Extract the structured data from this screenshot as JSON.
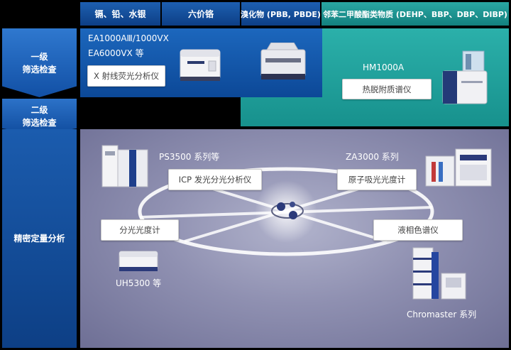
{
  "headers": [
    "镉、铅、水银",
    "六价铬",
    "溴化物 (PBB, PBDE)",
    "邻苯二甲酸酯类物质 (DEHP、BBP、DBP、DIBP)"
  ],
  "stages": {
    "first": "一级\n筛选检查",
    "second": "二级\n筛选检查",
    "precise": "精密定量分析"
  },
  "xrf": {
    "models_line1": "EA1000AⅢ/1000VX",
    "models_line2": "EA6000VX 等",
    "label": "X 射线荧光分析仪"
  },
  "hm": {
    "model": "HM1000A",
    "label": "热脱附质谱仪"
  },
  "ps": {
    "model": "PS3500 系列等",
    "label": "ICP 发光分光分析仪"
  },
  "za": {
    "model": "ZA3000 系列",
    "label": "原子吸光光度计"
  },
  "uh": {
    "model": "UH5300 等",
    "label": "分光光度计"
  },
  "chroma": {
    "model": "Chromaster 系列",
    "label": "液相色谱仪"
  },
  "colors": {
    "blue": "#0d4a98",
    "teal": "#17918d",
    "purple": "#8f90b1"
  }
}
